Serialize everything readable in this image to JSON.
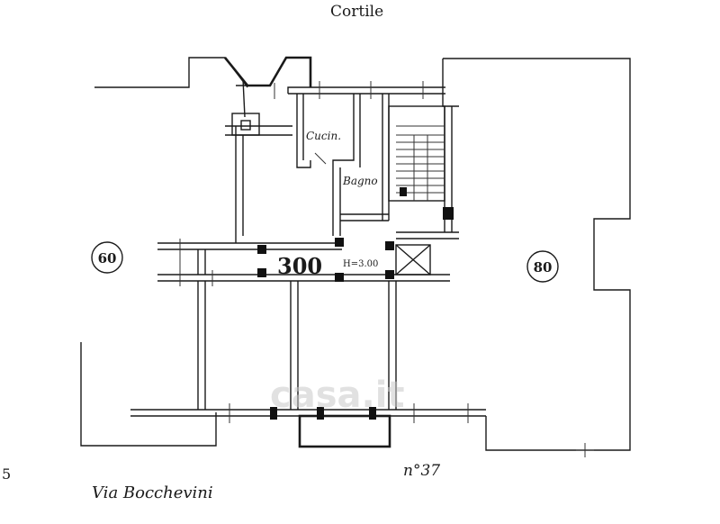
{
  "labels": {
    "courtyard": "Cortile",
    "kitchen": "Cucin.",
    "bathroom": "Bagno",
    "area_main": "300",
    "ceiling_height": "H=3.00",
    "neighbor_left": "60",
    "neighbor_right": "80",
    "street_number": "n°37",
    "street_name": "Via Bocchevini",
    "edge_digit": "5",
    "watermark": "casa.it"
  },
  "colors": {
    "ink": "#1a1a1a",
    "paper": "#ffffff",
    "watermark": "#c9c9c9"
  }
}
